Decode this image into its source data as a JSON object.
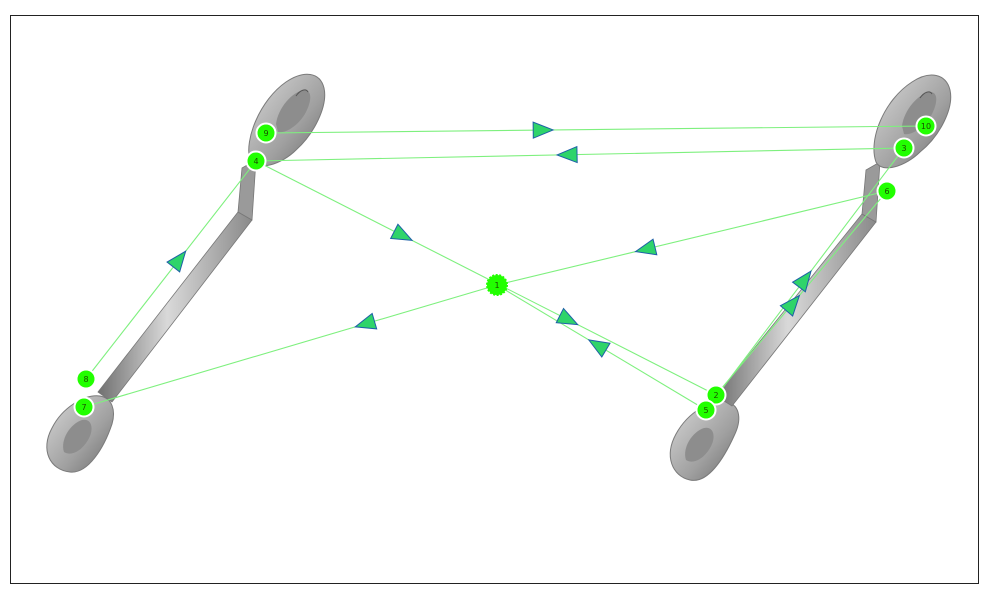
{
  "colors": {
    "path_line": "#7ef07e",
    "arrow_fill": "#2fd46a",
    "arrow_stroke": "#1d5fa8",
    "node_fill": "#22ff00",
    "node_stroke": "#ffffff",
    "part_dark": "#6f6f6f",
    "part_mid": "#a9a9a9",
    "part_light": "#e2e2e2",
    "frame_border": "#222222"
  },
  "diagram": {
    "nodes": [
      {
        "id": "1",
        "label": "1"
      },
      {
        "id": "2",
        "label": "2"
      },
      {
        "id": "3",
        "label": "3"
      },
      {
        "id": "4",
        "label": "4"
      },
      {
        "id": "5",
        "label": "5"
      },
      {
        "id": "6",
        "label": "6"
      },
      {
        "id": "7",
        "label": "7"
      },
      {
        "id": "8",
        "label": "8"
      },
      {
        "id": "9",
        "label": "9"
      },
      {
        "id": "10",
        "label": "10"
      }
    ],
    "edges": [
      {
        "from": "9",
        "to": "10"
      },
      {
        "from": "3",
        "to": "4"
      },
      {
        "from": "4",
        "to": "2"
      },
      {
        "from": "5",
        "to": "1"
      },
      {
        "from": "1",
        "to": "7"
      },
      {
        "from": "6",
        "to": "1"
      },
      {
        "from": "8",
        "to": "4"
      },
      {
        "from": "2",
        "to": "6"
      },
      {
        "from": "5",
        "to": "3"
      }
    ],
    "parts": [
      {
        "name": "left-wrench",
        "icon": "wrench-icon"
      },
      {
        "name": "right-wrench",
        "icon": "wrench-icon"
      }
    ]
  }
}
